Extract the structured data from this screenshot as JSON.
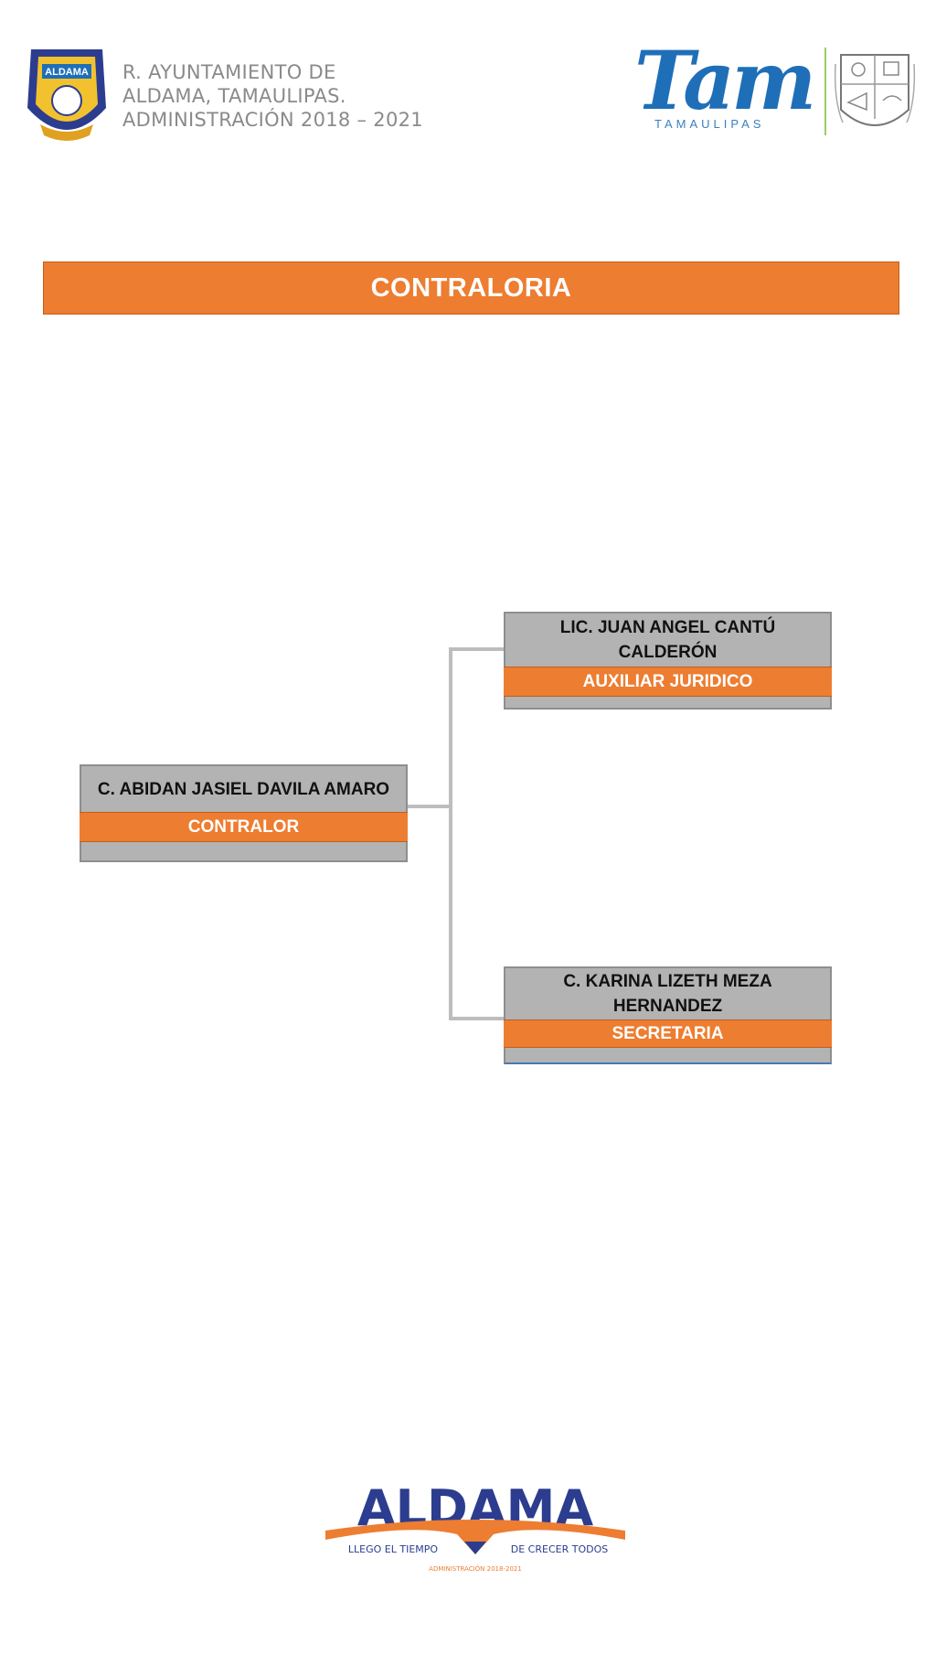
{
  "header": {
    "lines": [
      "R. AYUNTAMIENTO DE",
      "ALDAMA, TAMAULIPAS.",
      "ADMINISTRACIÓN  2018 – 2021"
    ],
    "left_crest_text": "ALDAMA",
    "tam_logo_text": "Tam",
    "tam_logo_subtext": "TAMAULIPAS"
  },
  "title": "CONTRALORIA",
  "org_chart": {
    "head": {
      "name": "C. ABIDAN JASIEL DAVILA AMARO",
      "role": "CONTRALOR"
    },
    "subordinates": [
      {
        "name": "LIC. JUAN ANGEL CANTÚ CALDERÓN",
        "role": "AUXILIAR JURIDICO"
      },
      {
        "name": "C. KARINA LIZETH MEZA HERNANDEZ",
        "role": "SECRETARIA"
      }
    ]
  },
  "footer": {
    "logo_text": "ALDAMA",
    "slogan_left": "LLEGO EL TIEMPO",
    "slogan_right": "DE CRECER TODOS",
    "admin_text": "ADMINISTRACIÓN 2018-2021"
  },
  "colors": {
    "orange": "#ed7d31",
    "gray": "#b3b3b3",
    "blue": "#1f6fb8"
  }
}
